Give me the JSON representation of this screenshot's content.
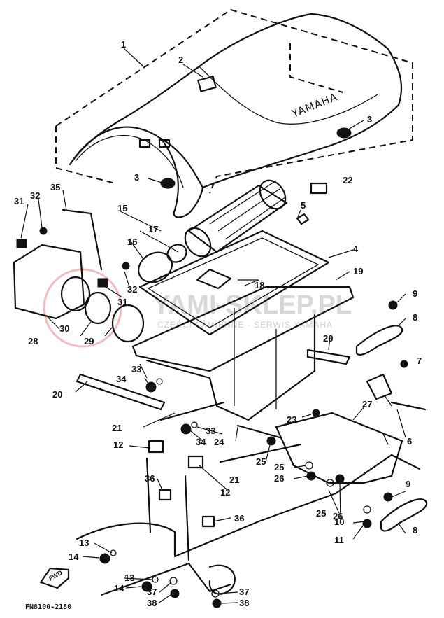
{
  "diagram": {
    "brand_mark": "YAMAHA",
    "figure_code": "FN8100-2180",
    "forward_arrow": "FWD",
    "watermark": {
      "main": "YAMI-SKLEP.PL",
      "sub": "CZĘŚCI ZAMIENNE · SERWIS YAMAHA"
    },
    "callouts": [
      {
        "id": "c1",
        "text": "1"
      },
      {
        "id": "c2",
        "text": "2"
      },
      {
        "id": "c3a",
        "text": "3"
      },
      {
        "id": "c3b",
        "text": "3"
      },
      {
        "id": "c4",
        "text": "4"
      },
      {
        "id": "c5",
        "text": "5"
      },
      {
        "id": "c6",
        "text": "6"
      },
      {
        "id": "c7",
        "text": "7"
      },
      {
        "id": "c8a",
        "text": "8"
      },
      {
        "id": "c8b",
        "text": "8"
      },
      {
        "id": "c9a",
        "text": "9"
      },
      {
        "id": "c9b",
        "text": "9"
      },
      {
        "id": "c10",
        "text": "10"
      },
      {
        "id": "c11",
        "text": "11"
      },
      {
        "id": "c12a",
        "text": "12"
      },
      {
        "id": "c12b",
        "text": "12"
      },
      {
        "id": "c13a",
        "text": "13"
      },
      {
        "id": "c13b",
        "text": "13"
      },
      {
        "id": "c14a",
        "text": "14"
      },
      {
        "id": "c14b",
        "text": "14"
      },
      {
        "id": "c15",
        "text": "15"
      },
      {
        "id": "c16",
        "text": "16"
      },
      {
        "id": "c17",
        "text": "17"
      },
      {
        "id": "c18",
        "text": "18"
      },
      {
        "id": "c19",
        "text": "19"
      },
      {
        "id": "c20a",
        "text": "20"
      },
      {
        "id": "c20b",
        "text": "20"
      },
      {
        "id": "c21a",
        "text": "21"
      },
      {
        "id": "c21b",
        "text": "21"
      },
      {
        "id": "c22",
        "text": "22"
      },
      {
        "id": "c23",
        "text": "23"
      },
      {
        "id": "c24",
        "text": "24"
      },
      {
        "id": "c25a",
        "text": "25"
      },
      {
        "id": "c25b",
        "text": "25"
      },
      {
        "id": "c25c",
        "text": "25"
      },
      {
        "id": "c26a",
        "text": "26"
      },
      {
        "id": "c26b",
        "text": "26"
      },
      {
        "id": "c27",
        "text": "27"
      },
      {
        "id": "c28",
        "text": "28"
      },
      {
        "id": "c29",
        "text": "29"
      },
      {
        "id": "c30",
        "text": "30"
      },
      {
        "id": "c31a",
        "text": "31"
      },
      {
        "id": "c31b",
        "text": "31"
      },
      {
        "id": "c32a",
        "text": "32"
      },
      {
        "id": "c32b",
        "text": "32"
      },
      {
        "id": "c33a",
        "text": "33"
      },
      {
        "id": "c33b",
        "text": "33"
      },
      {
        "id": "c34a",
        "text": "34"
      },
      {
        "id": "c34b",
        "text": "34"
      },
      {
        "id": "c35",
        "text": "35"
      },
      {
        "id": "c36a",
        "text": "36"
      },
      {
        "id": "c36b",
        "text": "36"
      },
      {
        "id": "c37a",
        "text": "37"
      },
      {
        "id": "c37b",
        "text": "37"
      },
      {
        "id": "c38a",
        "text": "38"
      },
      {
        "id": "c38b",
        "text": "38"
      }
    ]
  }
}
